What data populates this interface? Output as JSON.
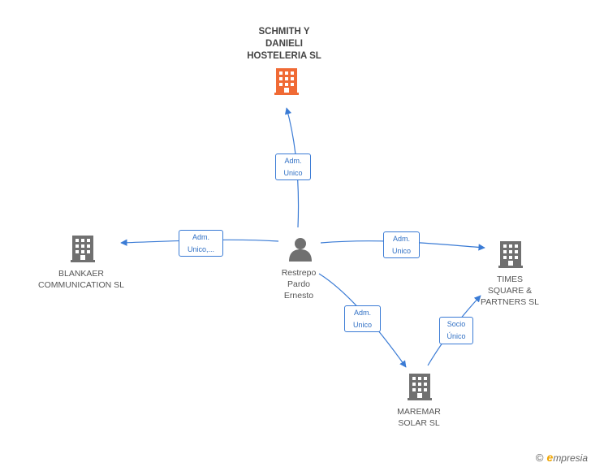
{
  "colors": {
    "edge": "#3a7bd5",
    "main_company": "#f06a35",
    "company": "#707070",
    "person": "#707070"
  },
  "nodes": {
    "schmith": {
      "label": "SCHMITH Y\nDANIELI\nHOSTELERIA SL",
      "icon": "building-icon"
    },
    "blankaer": {
      "label": "BLANKAER\nCOMMUNICATION SL",
      "icon": "building-icon"
    },
    "times": {
      "label": "TIMES\nSQUARE &\nPARTNERS SL",
      "icon": "building-icon"
    },
    "maremar": {
      "label": "MAREMAR\nSOLAR SL",
      "icon": "building-icon"
    },
    "person": {
      "label": "Restrepo\nPardo\nErnesto",
      "icon": "person-icon"
    }
  },
  "edges": {
    "to_schmith": "Adm.\nUnico",
    "to_blankaer": "Adm.\nUnico,...",
    "to_times": "Adm.\nUnico",
    "to_maremar": "Adm.\nUnico",
    "maremar_to_times": "Socio\nÚnico"
  },
  "footer": {
    "copyright": "©",
    "brand_e": "e",
    "brand_rest": "mpresia"
  }
}
